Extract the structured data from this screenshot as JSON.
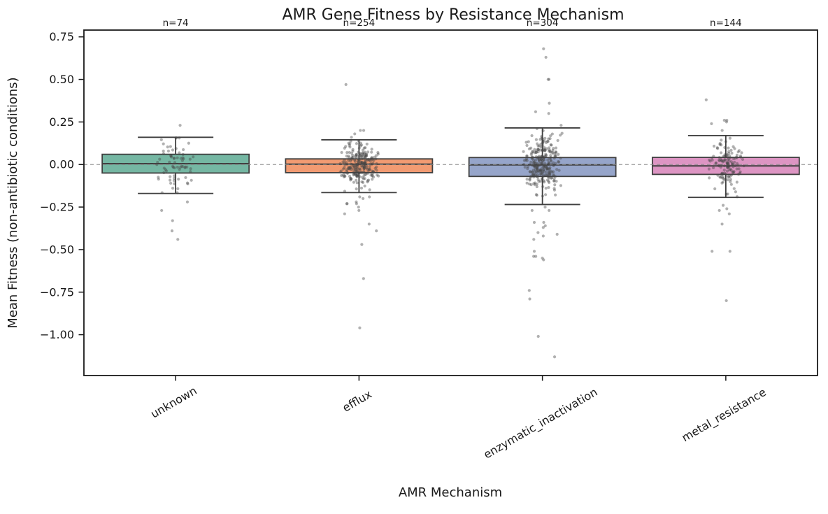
{
  "chart_data": {
    "type": "boxplot-strip",
    "title": "AMR Gene Fitness by Resistance Mechanism",
    "xlabel": "AMR Mechanism",
    "ylabel": "Mean Fitness (non-antibiotic conditions)",
    "ylim": [
      -1.24,
      0.79
    ],
    "yticks": [
      {
        "value": 0.75,
        "label": "0.75"
      },
      {
        "value": 0.5,
        "label": "0.50"
      },
      {
        "value": 0.25,
        "label": "0.25"
      },
      {
        "value": 0.0,
        "label": "0.00"
      },
      {
        "value": -0.25,
        "label": "−0.25"
      },
      {
        "value": -0.5,
        "label": "−0.50"
      },
      {
        "value": -0.75,
        "label": "−0.75"
      },
      {
        "value": -1.0,
        "label": "−1.00"
      }
    ],
    "zero_reference_line": 0.0,
    "grid": false,
    "legend": "none",
    "colors": {
      "box_edge": "#3f3f3f",
      "median_line": "#3f3f3f",
      "point": "#444444",
      "zero_line": "#8a8a8a",
      "axis": "#1a1a1a"
    },
    "groups": [
      {
        "label": "unknown",
        "n": 74,
        "n_label": "n=74",
        "color": "#75b7a3",
        "box": {
          "whisker_low": -0.17,
          "q1": -0.05,
          "median": 0.005,
          "q3": 0.06,
          "whisker_high": 0.16
        },
        "outliers_high": [
          0.23
        ],
        "outliers_low": [
          -0.22,
          -0.27,
          -0.33,
          -0.39,
          -0.44
        ],
        "scatter_sigma": 0.08
      },
      {
        "label": "efflux",
        "n": 254,
        "n_label": "n=254",
        "color": "#f29b72",
        "box": {
          "whisker_low": -0.165,
          "q1": -0.048,
          "median": 0.002,
          "q3": 0.033,
          "whisker_high": 0.145
        },
        "outliers_high": [
          0.47,
          0.2,
          0.2,
          0.18,
          0.16
        ],
        "outliers_low": [
          -0.19,
          -0.19,
          -0.2,
          -0.22,
          -0.23,
          -0.23,
          -0.23,
          -0.25,
          -0.27,
          -0.29,
          -0.35,
          -0.39,
          -0.47,
          -0.67,
          -0.96
        ],
        "scatter_sigma": 0.062
      },
      {
        "label": "enzymatic_inactivation",
        "n": 304,
        "n_label": "n=304",
        "color": "#96a5ca",
        "box": {
          "whisker_low": -0.235,
          "q1": -0.07,
          "median": -0.002,
          "q3": 0.041,
          "whisker_high": 0.215
        },
        "outliers_high": [
          0.68,
          0.63,
          0.5,
          0.5,
          0.36,
          0.31,
          0.3,
          0.23
        ],
        "outliers_low": [
          -0.25,
          -0.27,
          -0.27,
          -0.34,
          -0.34,
          -0.36,
          -0.37,
          -0.4,
          -0.41,
          -0.42,
          -0.44,
          -0.51,
          -0.54,
          -0.54,
          -0.55,
          -0.56,
          -0.74,
          -0.79,
          -1.01,
          -1.13
        ],
        "scatter_sigma": 0.082
      },
      {
        "label": "metal_resistance",
        "n": 144,
        "n_label": "n=144",
        "color": "#dd95c3",
        "box": {
          "whisker_low": -0.193,
          "q1": -0.058,
          "median": -0.008,
          "q3": 0.042,
          "whisker_high": 0.17
        },
        "outliers_high": [
          0.38,
          0.26,
          0.26,
          0.25,
          0.24,
          0.2
        ],
        "outliers_low": [
          -0.24,
          -0.26,
          -0.27,
          -0.29,
          -0.35,
          -0.51,
          -0.51,
          -0.8
        ],
        "scatter_sigma": 0.075
      }
    ]
  }
}
